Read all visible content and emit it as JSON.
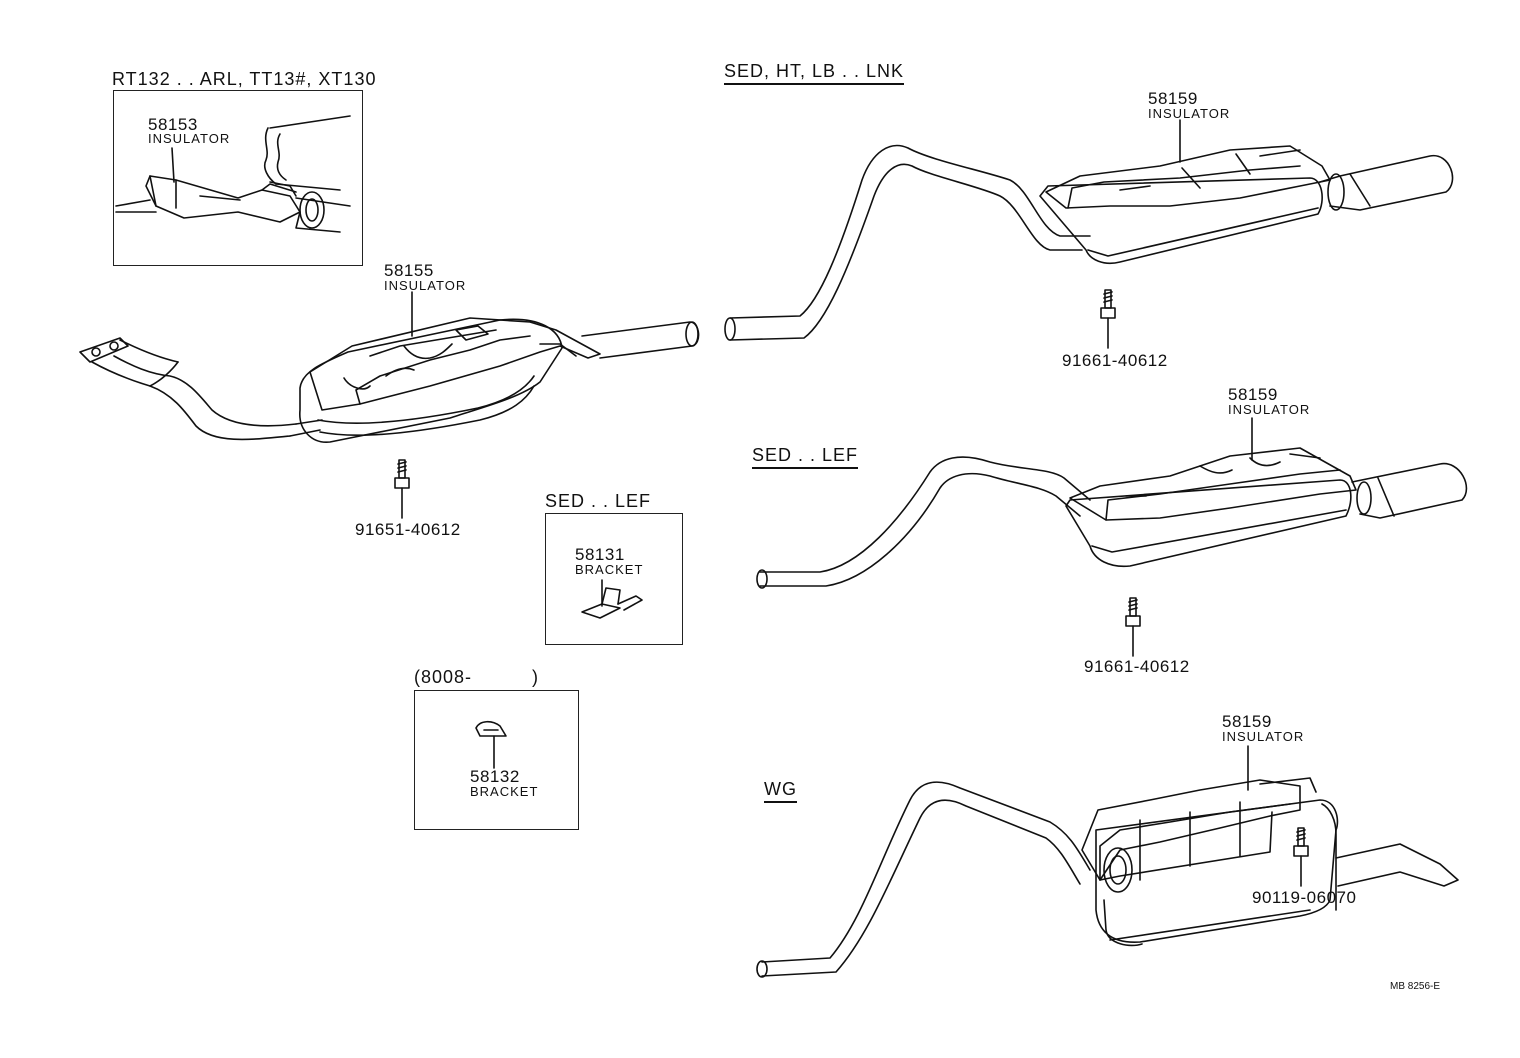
{
  "headers": {
    "inset_models": "RT132 . . ARL, TT13#, XT130",
    "sed_ht_lb_lnk": "SED, HT, LB . . LNK",
    "sed_lef_main": "SED . . LEF",
    "sed_lef_inset": "SED . . LEF",
    "date_range": "(8008-          )",
    "wg": "WG"
  },
  "parts": {
    "p58153": {
      "number": "58153",
      "name": "INSULATOR"
    },
    "p58155": {
      "number": "58155",
      "name": "INSULATOR"
    },
    "p58131": {
      "number": "58131",
      "name": "BRACKET"
    },
    "p58132": {
      "number": "58132",
      "name": "BRACKET"
    },
    "p58159a": {
      "number": "58159",
      "name": "INSULATOR"
    },
    "p58159b": {
      "number": "58159",
      "name": "INSULATOR"
    },
    "p58159c": {
      "number": "58159",
      "name": "INSULATOR"
    },
    "bolt_front": "91651-40612",
    "bolt_lnk": "91661-40612",
    "bolt_lef": "91661-40612",
    "bolt_wg": "90119-06070"
  },
  "footer": {
    "code": "MB 8256-E"
  },
  "colors": {
    "line": "#111111",
    "background": "#ffffff"
  }
}
